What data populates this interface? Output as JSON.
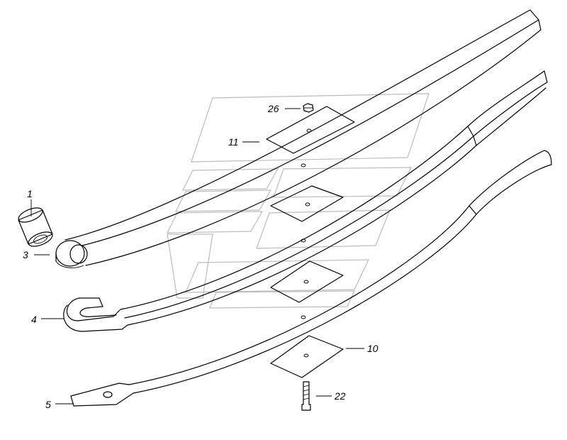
{
  "callouts": [
    {
      "id": "c1",
      "label": "1"
    },
    {
      "id": "c3",
      "label": "3"
    },
    {
      "id": "c4",
      "label": "4"
    },
    {
      "id": "c5",
      "label": "5"
    },
    {
      "id": "c10",
      "label": "10"
    },
    {
      "id": "c11",
      "label": "11"
    },
    {
      "id": "c22",
      "label": "22"
    },
    {
      "id": "c26",
      "label": "26"
    }
  ]
}
